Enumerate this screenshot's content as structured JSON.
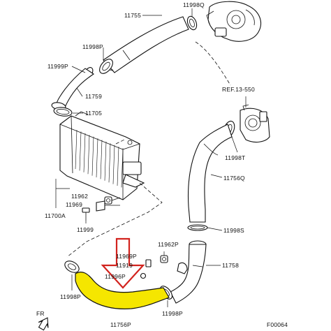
{
  "labels": {
    "p11755": "11755",
    "p11998q": "11998Q",
    "p11998p_top": "11998P",
    "p11999p": "11999P",
    "p11759": "11759",
    "p11705": "11705",
    "ref": "REF.13-550",
    "p11998t": "11998T",
    "p11756q": "11756Q",
    "p11962_left": "11962",
    "p11969": "11969",
    "p11700a": "11700A",
    "p11999": "11999",
    "p11998s": "11998S",
    "p11969p": "11969P",
    "p11962p": "11962P",
    "p11919": "11919",
    "p11996p": "11996P",
    "p11758": "11758",
    "p11998p_left": "11998P",
    "p11998p_right": "11998P",
    "p11756p": "11756P",
    "fr": "FR",
    "code": "F00064"
  },
  "colors": {
    "highlight_hose": "#f5e600",
    "arrow_outline": "#d2231e",
    "line": "#111111"
  }
}
